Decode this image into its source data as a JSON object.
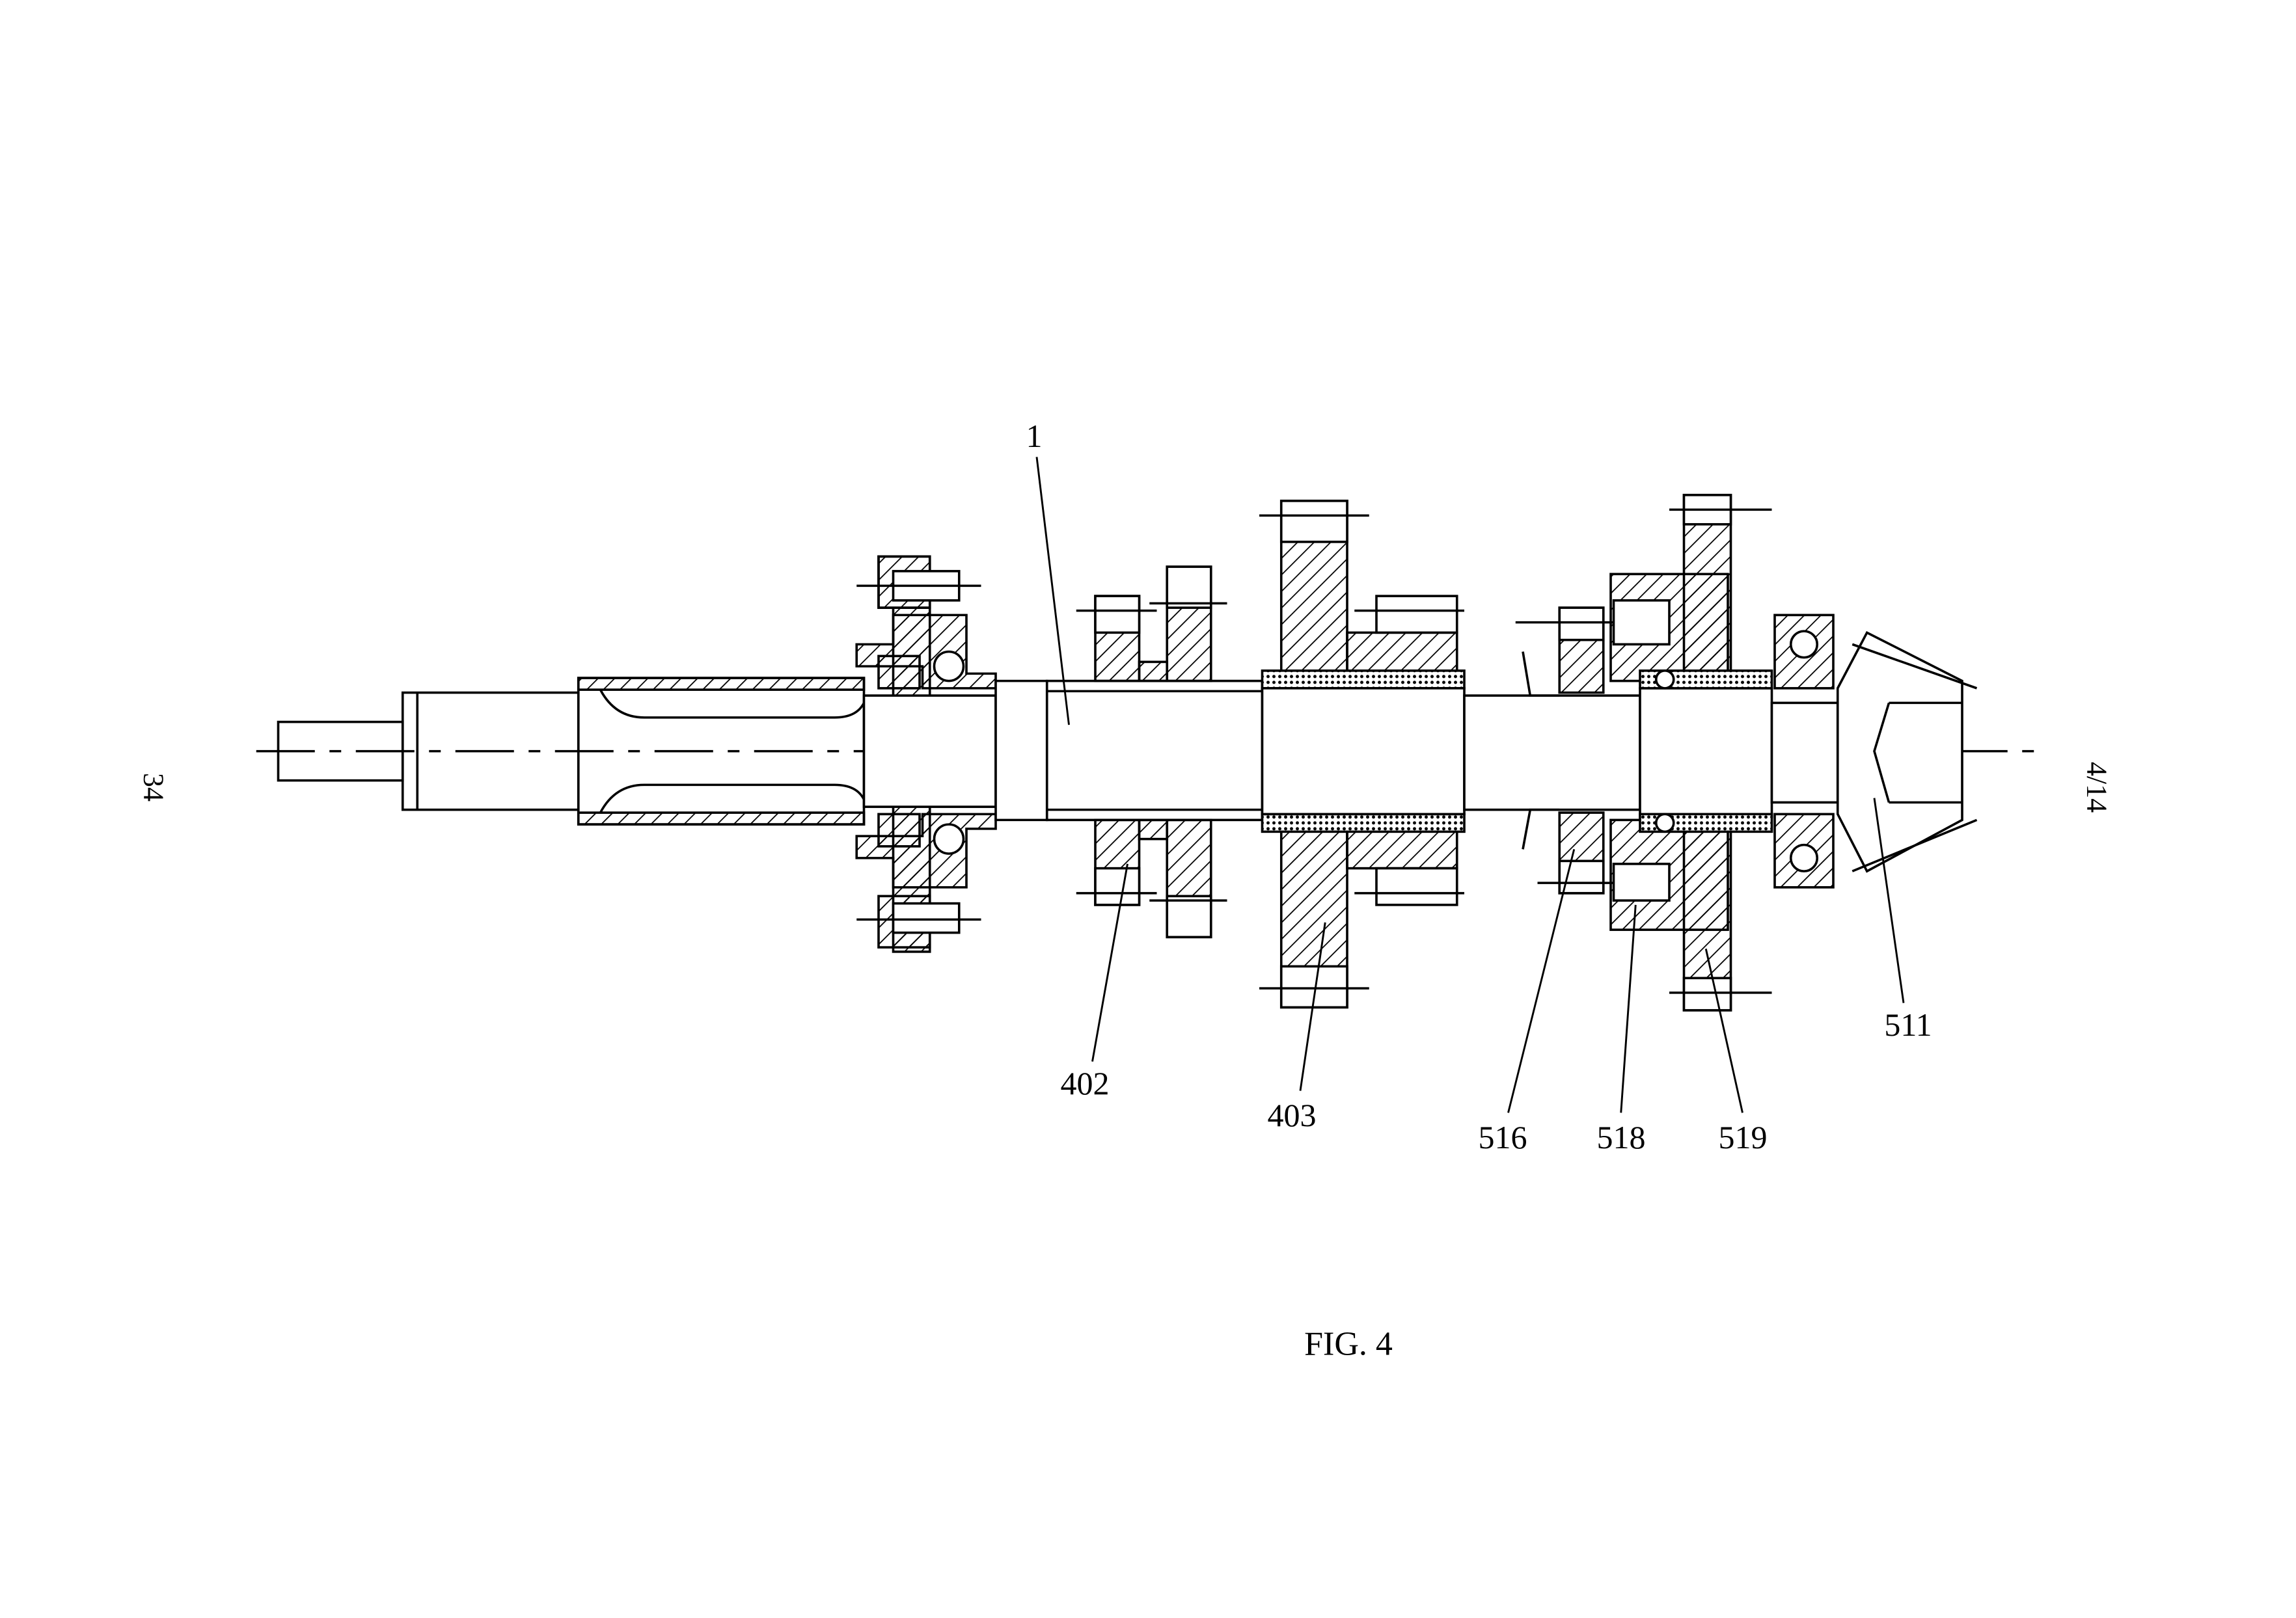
{
  "page": {
    "sheet_number": "4/14",
    "side_number": "34",
    "figure_caption": "FIG. 4"
  },
  "labels": {
    "shaft": "1",
    "gear_402": "402",
    "gear_403": "403",
    "part_516": "516",
    "part_518": "518",
    "part_519": "519",
    "cone_511": "511"
  }
}
